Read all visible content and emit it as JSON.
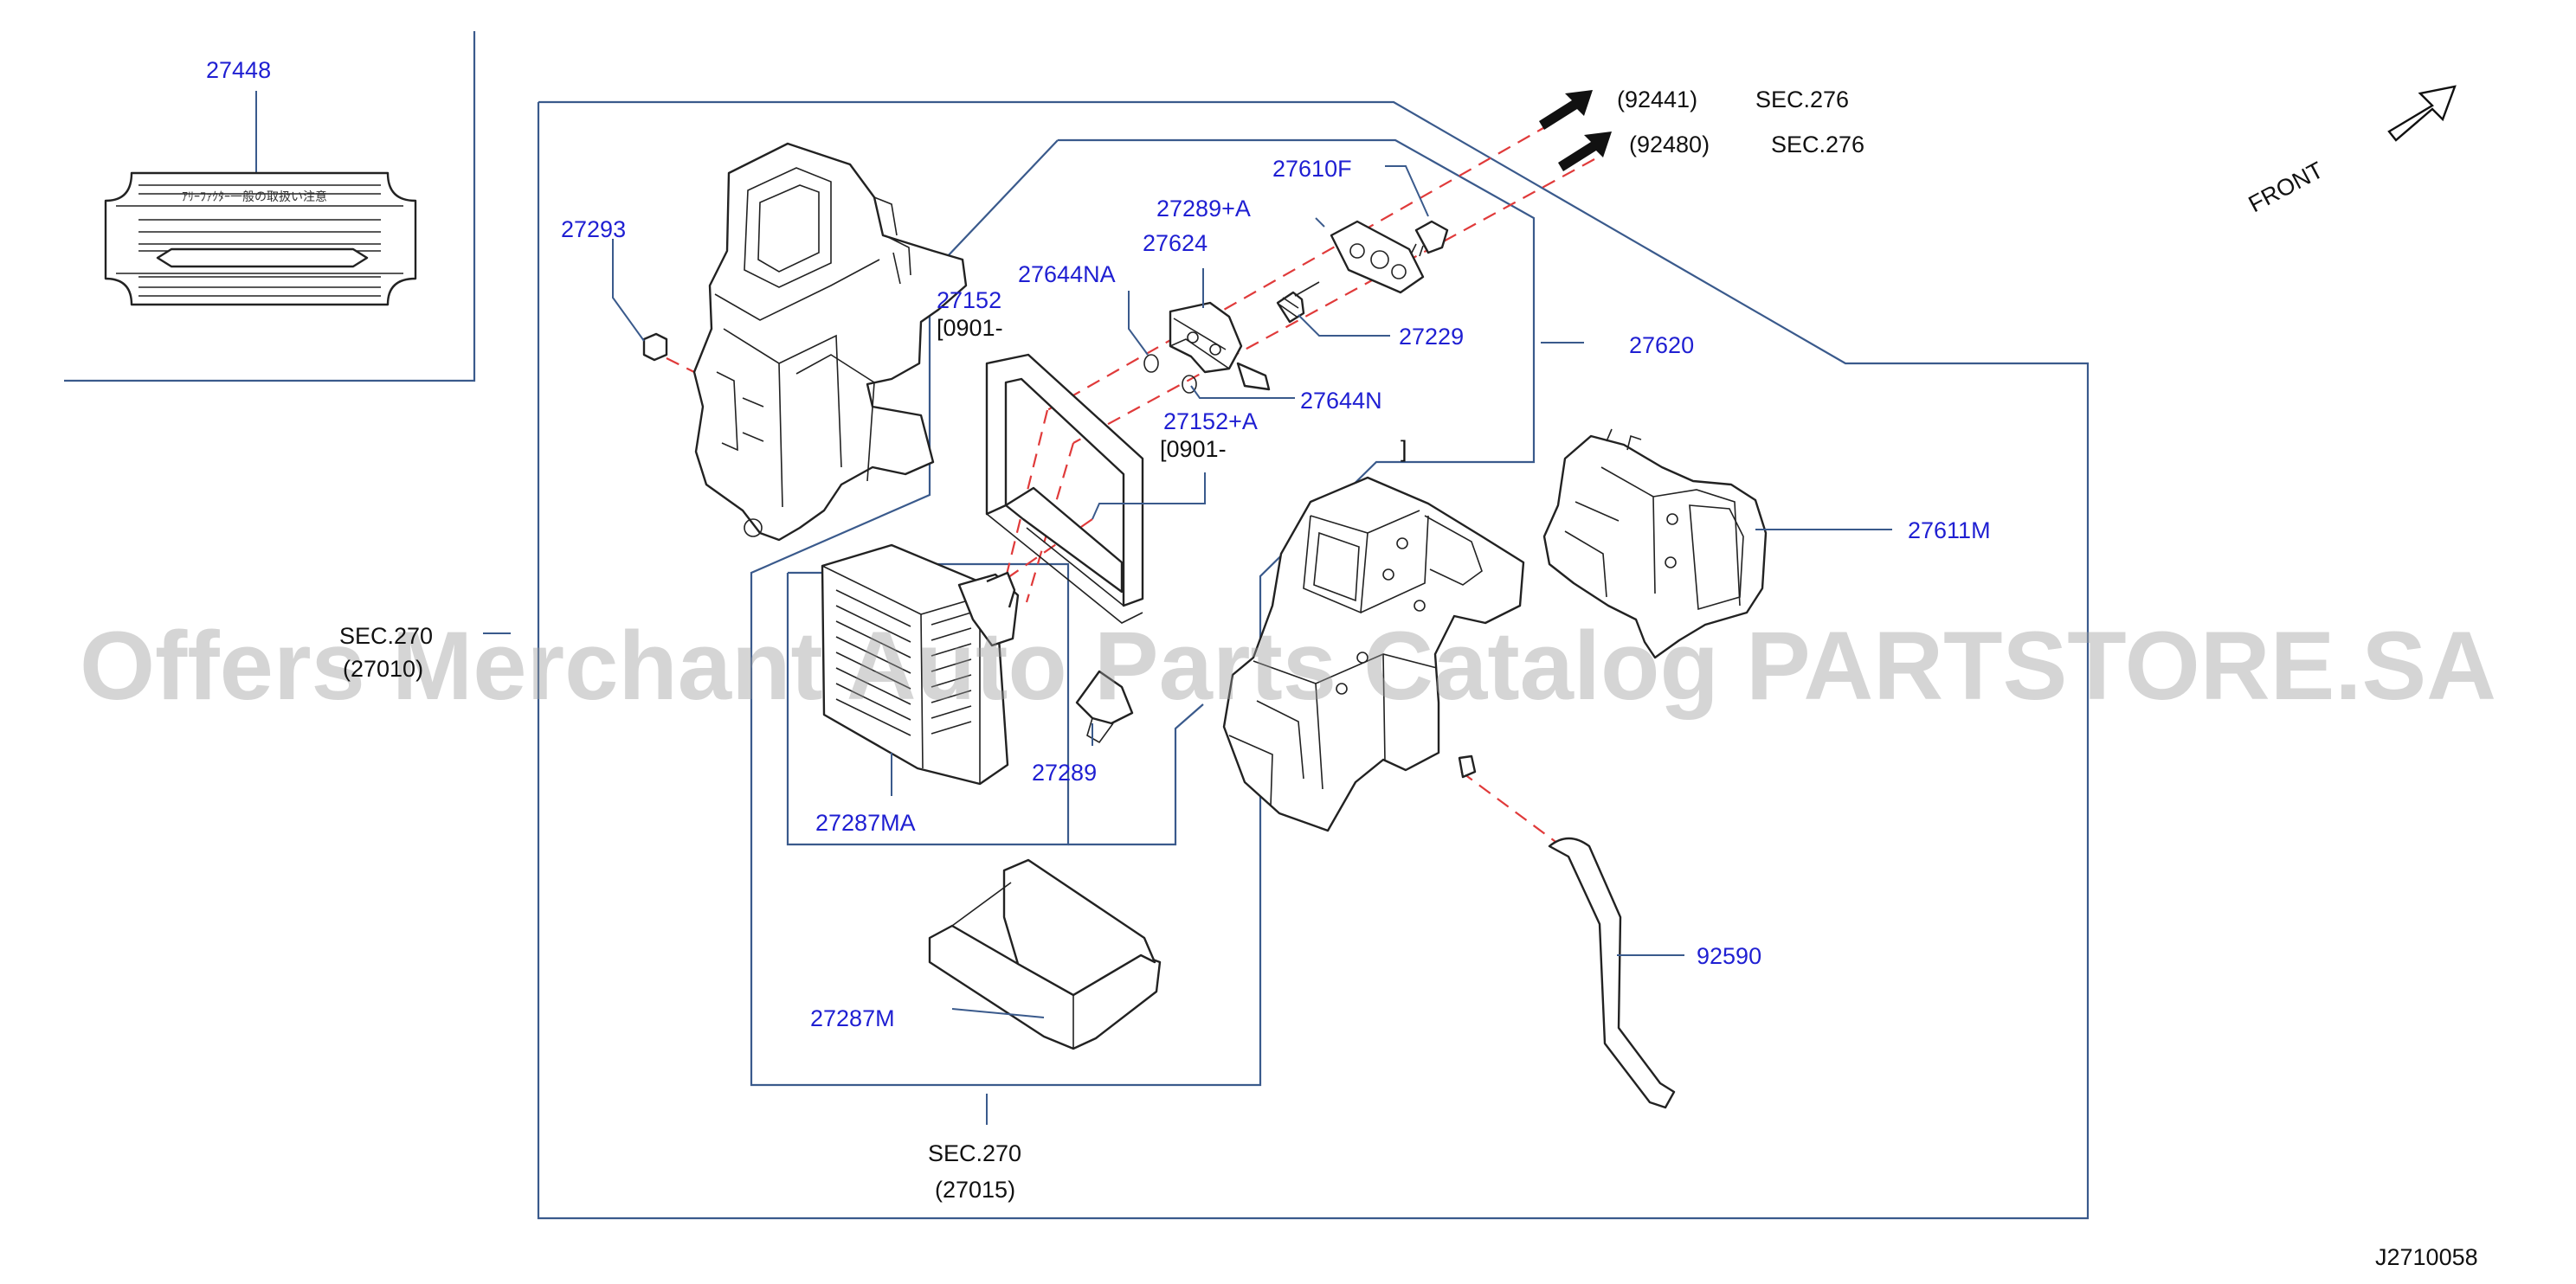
{
  "labels": {
    "p27448": "27448",
    "p27293": "27293",
    "p27152": "27152",
    "p27152_code": "[0901-",
    "p27644NA": "27644NA",
    "p27289A_top": "27289+A",
    "p27624": "27624",
    "p27610F": "27610F",
    "p27229": "27229",
    "p27620": "27620",
    "p27644N": "27644N",
    "p27152A": "27152+A",
    "p27152A_code": "[0901-",
    "bracket_close": "]",
    "p27611M": "27611M",
    "sec270_left": "SEC.270",
    "sec270_left_code": "(27010)",
    "p27289": "27289",
    "p27287MA": "27287MA",
    "p27287M": "27287M",
    "p92590": "92590",
    "sec270_bottom": "SEC.270",
    "sec270_bottom_code": "(27015)",
    "ref92441": "(92441)",
    "sec276_a": "SEC.276",
    "ref92480": "(92480)",
    "sec276_b": "SEC.276",
    "front": "FRONT",
    "diagram_code": "J2710058"
  },
  "watermark": "Offers Merchant Auto Parts Catalog PARTSTORE.SA",
  "colors": {
    "part_number_text": "#1f1fd2",
    "reference_text": "#111111",
    "frame_lines": "#3a5a8c",
    "dashed_leaders": "#e03a3a",
    "watermark": "#9a9a9a"
  }
}
